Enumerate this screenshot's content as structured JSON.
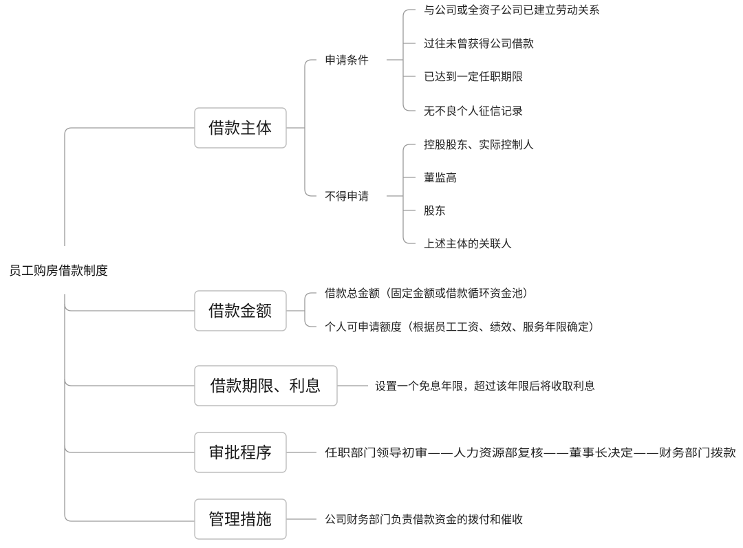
{
  "root": {
    "label": "员工购房借款制度"
  },
  "branches": [
    {
      "label": "借款主体",
      "children": [
        {
          "label": "申请条件",
          "items": [
            "与公司或全资子公司已建立劳动关系",
            "过往未曾获得公司借款",
            "已达到一定任职期限",
            "无不良个人征信记录"
          ]
        },
        {
          "label": "不得申请",
          "items": [
            "控股股东、实际控制人",
            "董监高",
            "股东",
            "上述主体的关联人"
          ]
        }
      ]
    },
    {
      "label": "借款金额",
      "items": [
        "借款总金额（固定金额或借款循环资金池）",
        "个人可申请额度（根据员工工资、绩效、服务年限确定）"
      ]
    },
    {
      "label": "借款期限、利息",
      "items": [
        "设置一个免息年限，超过该年限后将收取利息"
      ]
    },
    {
      "label": "审批程序",
      "items": [
        "任职部门领导初审——人力资源部复核——董事长决定——财务部门拨款"
      ]
    },
    {
      "label": "管理措施",
      "items": [
        "公司财务部门负责借款资金的拨付和催收"
      ]
    }
  ]
}
